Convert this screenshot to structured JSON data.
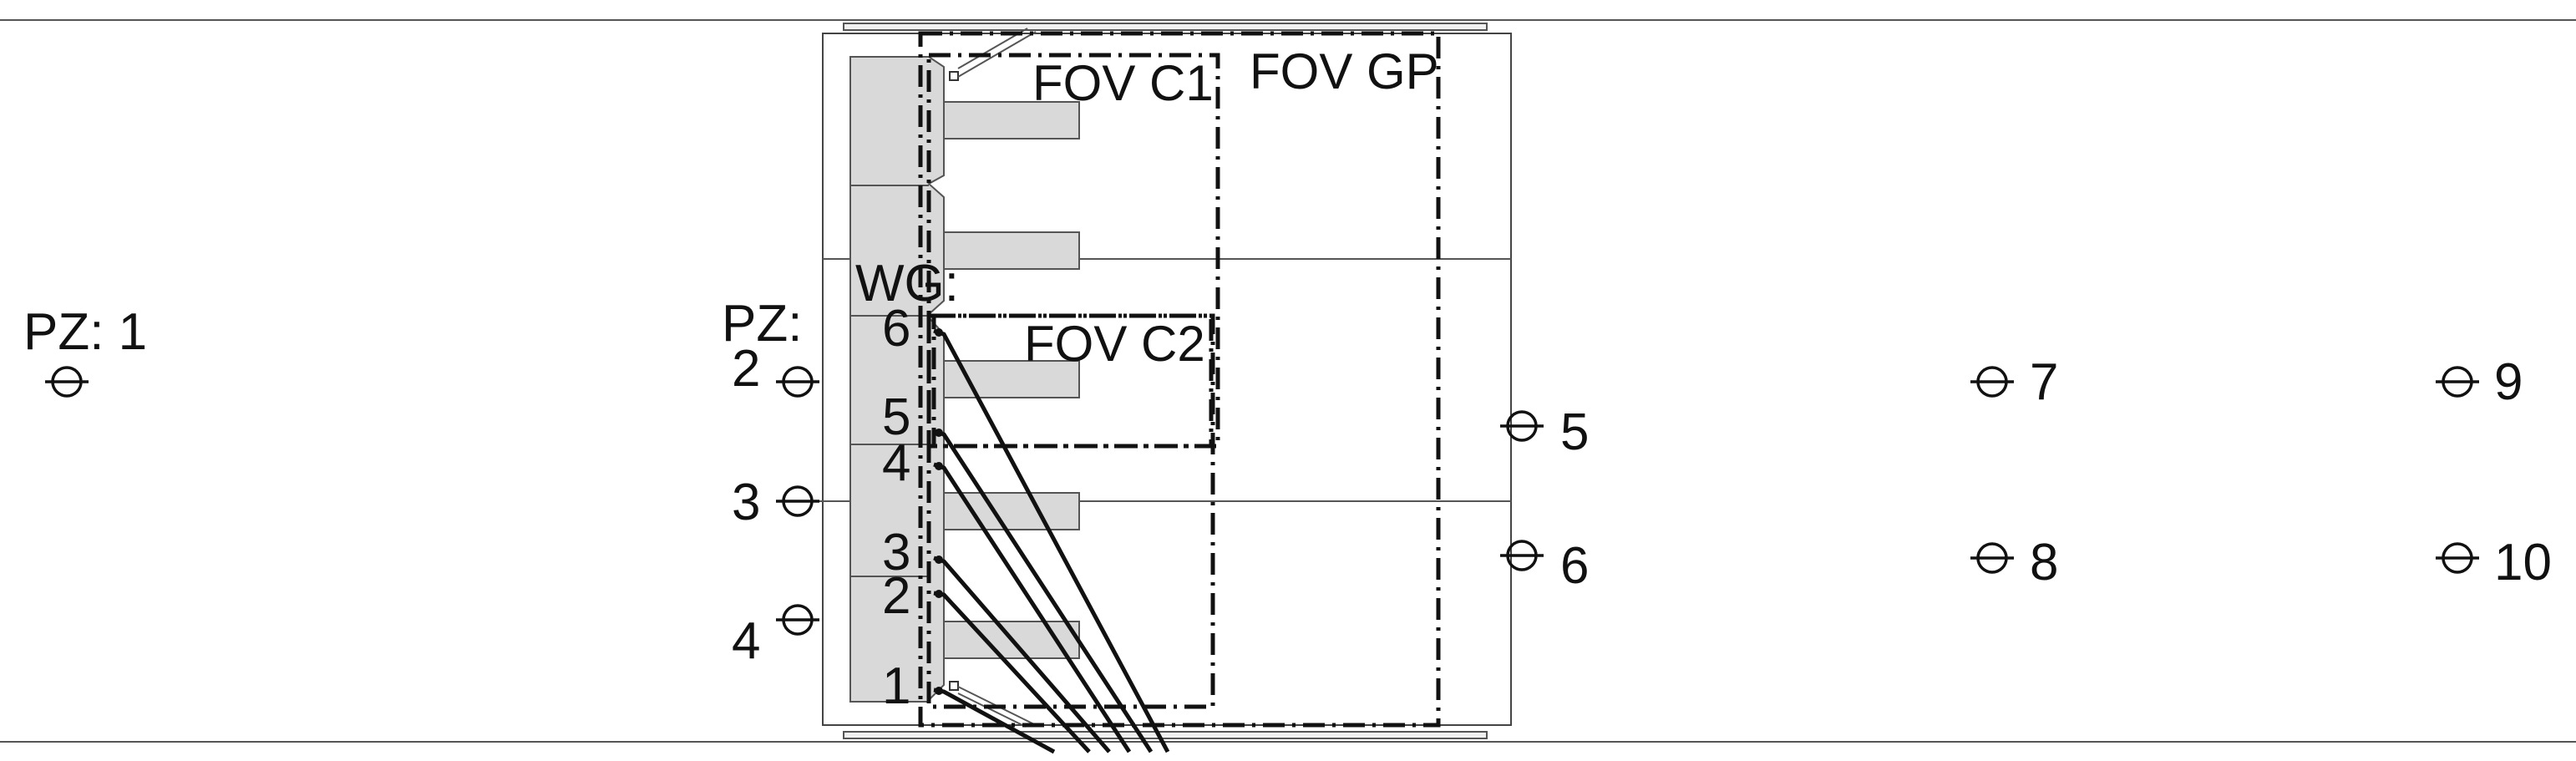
{
  "labels": {
    "pz_left": "PZ: 1",
    "pz_chip": "PZ:",
    "wg": "WG:",
    "fov_c1": "FOV C1",
    "fov_gp": "FOV GP",
    "fov_c2": "FOV C2"
  },
  "pz_numbers": [
    "2",
    "3",
    "4",
    "5",
    "6",
    "7",
    "8",
    "9",
    "10"
  ],
  "wg_numbers": [
    "6",
    "5",
    "4",
    "3",
    "2",
    "1"
  ],
  "icons": {
    "pz_marker": "circle-crossed-line"
  }
}
